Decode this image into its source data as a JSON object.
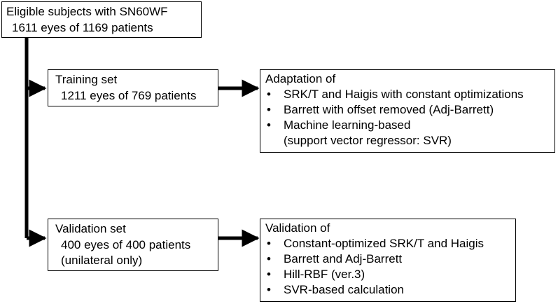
{
  "eligible": {
    "title": "Eligible subjects with SN60WF",
    "detail": "1611 eyes of 1169 patients"
  },
  "training": {
    "title": "Training set",
    "detail": "1211 eyes of 769 patients"
  },
  "adaptation": {
    "title": "Adaptation of",
    "items": [
      "SRK/T and Haigis with constant optimizations",
      "Barrett with offset removed (Adj-Barrett)",
      "Machine learning-based"
    ],
    "continuation": "(support vector regressor: SVR)"
  },
  "validation_set": {
    "title": "Validation set",
    "detail": "400 eyes of 400 patients",
    "note": "(unilateral only)"
  },
  "validation_of": {
    "title": "Validation of",
    "items": [
      "Constant-optimized SRK/T and Haigis",
      "Barrett and Adj-Barrett",
      "Hill-RBF (ver.3)",
      "SVR-based calculation"
    ]
  },
  "bullet_symbol": "•"
}
